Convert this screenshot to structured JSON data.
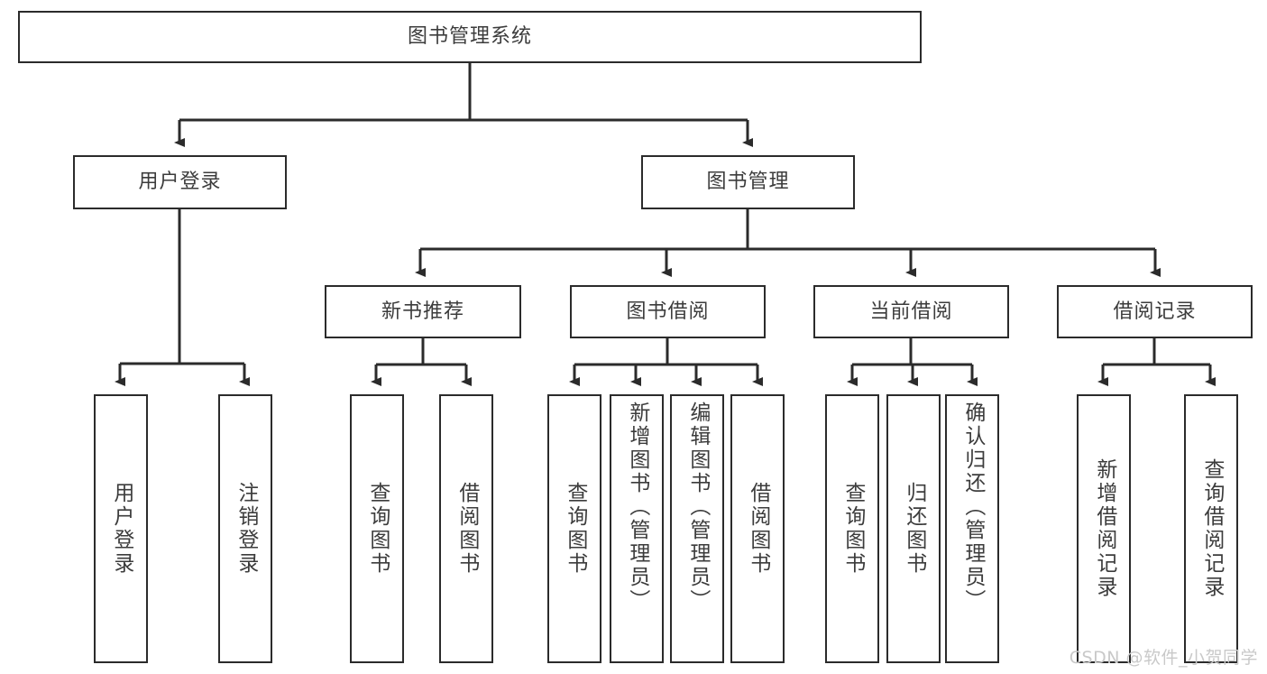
{
  "diagram": {
    "title_node": {
      "label": "图书管理系统"
    },
    "level2": [
      {
        "label": "用户登录"
      },
      {
        "label": "图书管理"
      }
    ],
    "level3": [
      {
        "label": "新书推荐"
      },
      {
        "label": "图书借阅"
      },
      {
        "label": "当前借阅"
      },
      {
        "label": "借阅记录"
      }
    ],
    "leaves_user_login": [
      {
        "label": "用户登录"
      },
      {
        "label": "注销登录"
      }
    ],
    "leaves_new_books": [
      {
        "label": "查询图书"
      },
      {
        "label": "借阅图书"
      }
    ],
    "leaves_borrow": [
      {
        "label": "查询图书"
      },
      {
        "label": "新增图书（管理员）"
      },
      {
        "label": "编辑图书（管理员）"
      },
      {
        "label": "借阅图书"
      }
    ],
    "leaves_current": [
      {
        "label": "查询图书"
      },
      {
        "label": "归还图书"
      },
      {
        "label": "确认归还（管理员）"
      }
    ],
    "leaves_records": [
      {
        "label": "新增借阅记录"
      },
      {
        "label": "查询借阅记录"
      }
    ]
  },
  "watermark": {
    "text": "CSDN @软件_小贺同学"
  },
  "colors": {
    "stroke": "#2b2b2b",
    "text": "#3c3c3c",
    "background": "#ffffff",
    "watermark": "#c9c9c9"
  }
}
